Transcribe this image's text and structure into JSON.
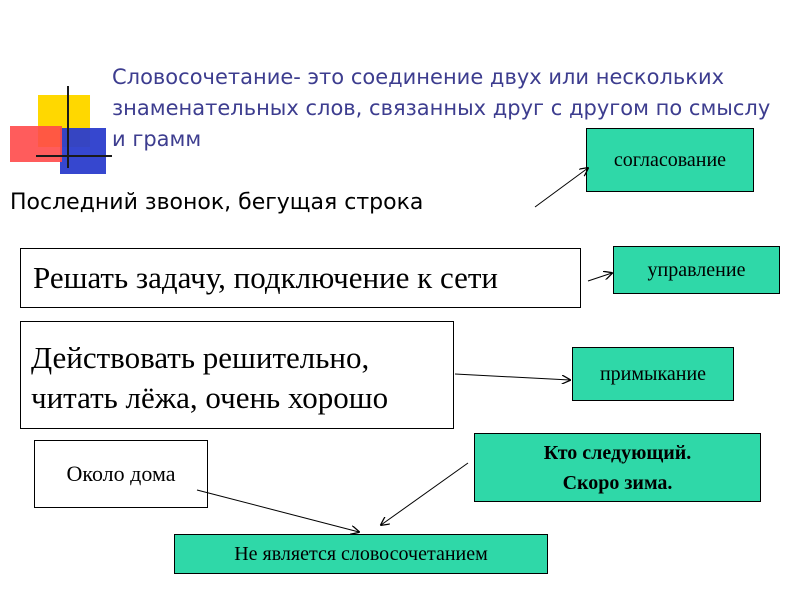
{
  "title": "Словосочетание- это соединение двух или нескольких знаменательных слов, связанных друг с другом по смыслу и грамм",
  "examples_line": "Последний звонок, бегущая строка",
  "example_verb_noun": "Решать задачу, подключение к сети",
  "example_adverb": {
    "line1": "Действовать решительно,",
    "line2": "читать лёжа, очень хорошо"
  },
  "example_preposition": "Около дома",
  "labels": {
    "agreement": "согласование",
    "government": "управление",
    "adjoining": "примыкание",
    "not_phrase_examples": {
      "line1": "Кто следующий.",
      "line2": "Скоро зима."
    },
    "not_phrase": "Не является словосочетанием"
  },
  "colors": {
    "title": "#3d3d8f",
    "label_fill": "#2fd8a8",
    "deco_yellow": "#ffd800",
    "deco_red": "#ff4a4a",
    "deco_blue": "#2b3dcc"
  }
}
